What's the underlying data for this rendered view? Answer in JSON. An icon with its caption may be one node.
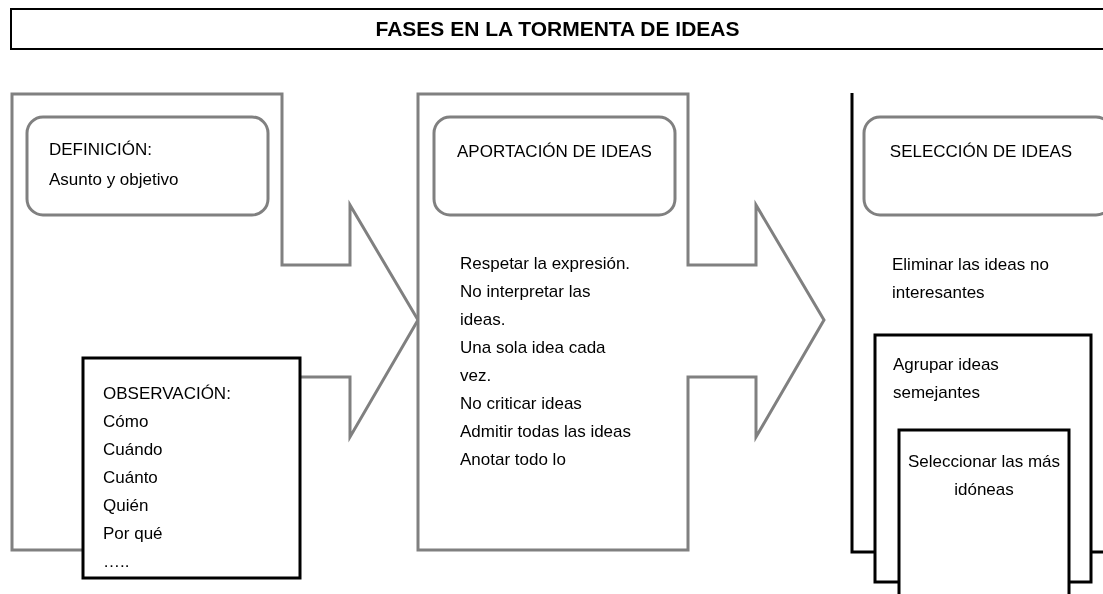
{
  "diagram": {
    "title": "FASES EN LA TORMENTA DE IDEAS",
    "nodes": [
      {
        "text": [],
        "shape": "arrow"
      },
      {
        "text": [
          "DEFINICIÓN:",
          "Asunto y objetivo"
        ],
        "in": 0
      },
      {
        "text": [
          "OBSERVACIÓN:",
          "Cómo",
          "Cuándo",
          "Cuánto",
          "Quién",
          "Por qué",
          "….."
        ]
      },
      {
        "text": [
          "Respetar la expresión.",
          "No interpretar las ideas.",
          "Una sola idea cada vez.",
          "No criticar ideas",
          "Admitir todas las ideas",
          "Anotar todo lo"
        ]
      },
      {
        "text": [
          "APORTACIÓN DE IDEAS"
        ],
        "in": 3
      },
      {
        "text": [
          "Eliminar las ideas no interesantes"
        ]
      },
      {
        "text": [
          "SELECCIÓN DE IDEAS"
        ],
        "in": 5
      },
      {
        "text": [
          "Agrupar ideas semejantes"
        ]
      },
      {
        "text": [
          "Seleccionar las más idóneas"
        ]
      }
    ]
  }
}
